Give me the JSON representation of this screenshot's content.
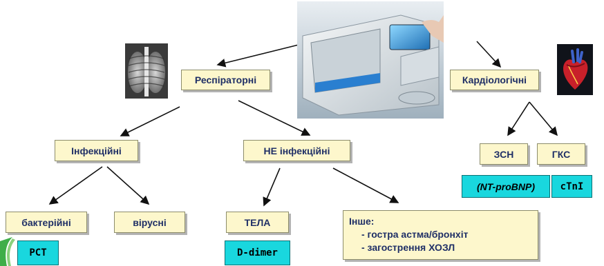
{
  "nodes": {
    "respiratory": "Респіраторні",
    "cardiological": "Кардіологічні",
    "infectious": "Інфекційні",
    "non_infectious": "НЕ інфекційні",
    "bacterial": "бактерійні",
    "viral": "вірусні",
    "tela": "ТЕЛА",
    "chf": "ЗСН",
    "acs": "ГКС"
  },
  "markers": {
    "pct": "PCT",
    "d_dimer": "D-dimer",
    "nt_probnp": "(NT-proBNP)",
    "ctni": "cTnI"
  },
  "other": {
    "title": "Інше:",
    "items": [
      "- гостра астма/бронхіт",
      "- загострення ХОЗЛ"
    ]
  }
}
